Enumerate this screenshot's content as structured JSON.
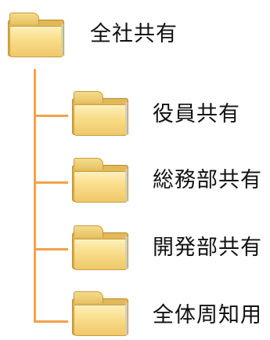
{
  "root": {
    "label": "全社共有",
    "icon": "folder-icon"
  },
  "children": [
    {
      "label": "役員共有",
      "icon": "folder-icon"
    },
    {
      "label": "総務部共有",
      "icon": "folder-icon"
    },
    {
      "label": "開発部共有",
      "icon": "folder-icon"
    },
    {
      "label": "全体周知用",
      "icon": "folder-icon"
    }
  ],
  "colors": {
    "connector": "#f2a24a",
    "folder": "#f3d27a"
  }
}
